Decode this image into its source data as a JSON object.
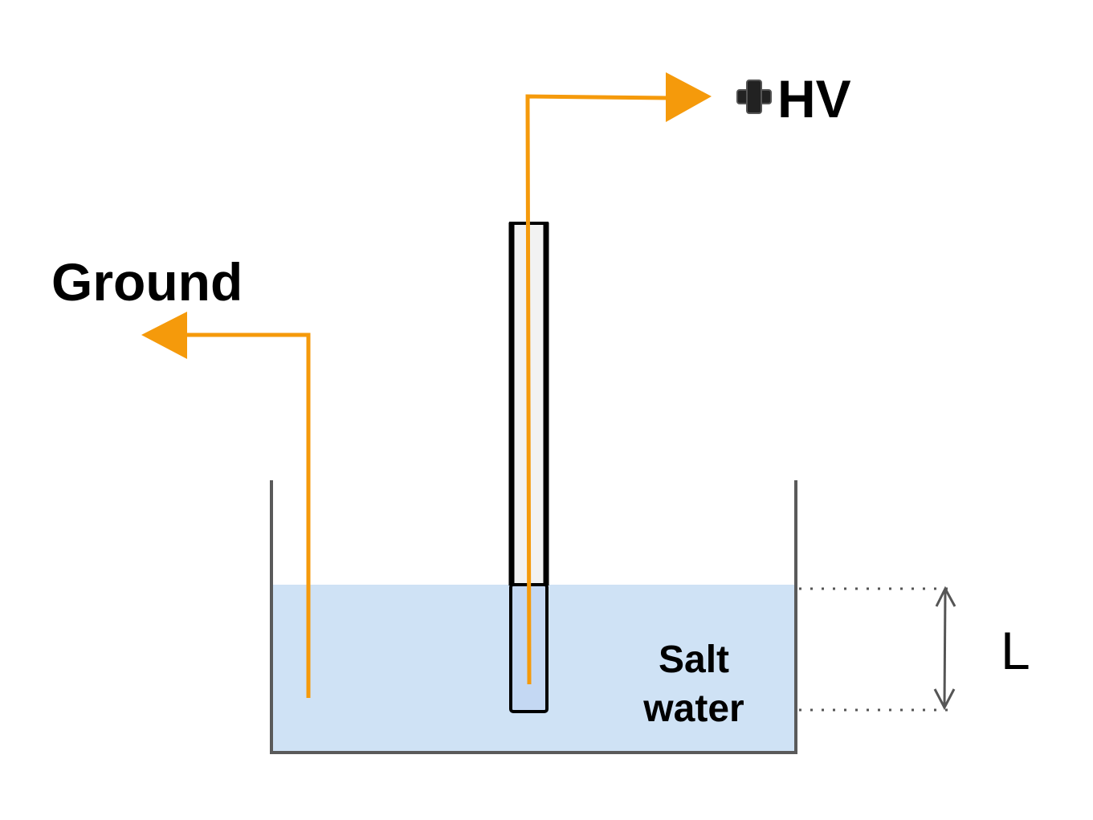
{
  "labels": {
    "hv": "HV",
    "ground": "Ground",
    "salt_line1": "Salt",
    "salt_line2": "water",
    "length": "L"
  },
  "icons": {
    "hv_sign": "plus-icon"
  },
  "colors": {
    "wire": "#f59a0b",
    "water": "#cfe2f5",
    "container": "#5a5a5a",
    "sheath": "#000000",
    "dimension": "#555555"
  }
}
